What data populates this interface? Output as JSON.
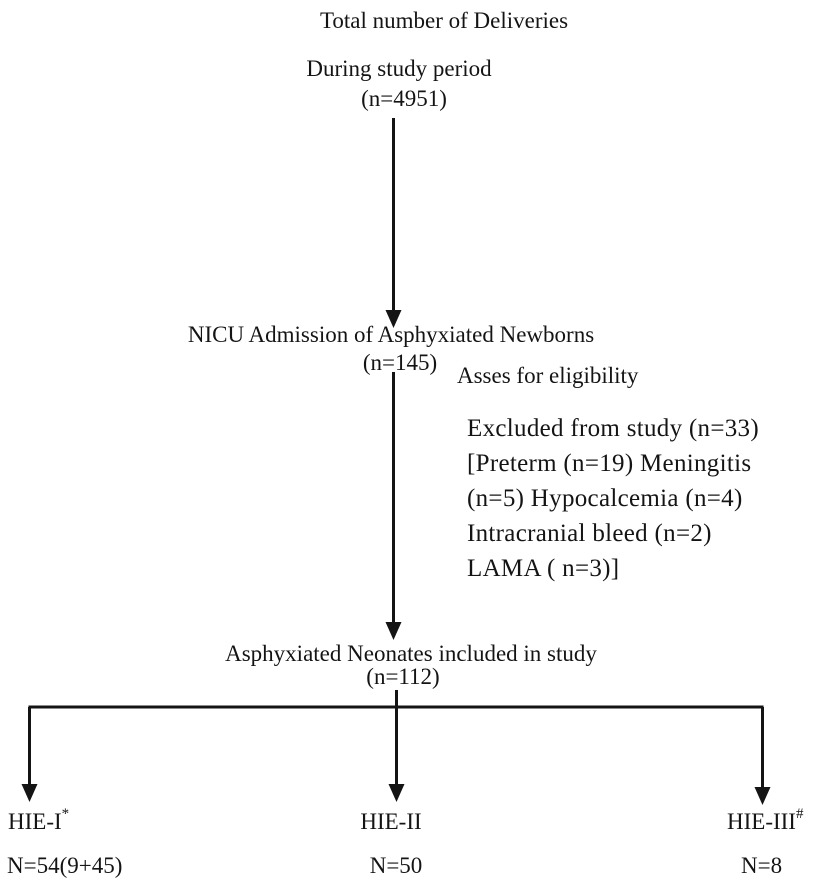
{
  "figure": {
    "title": "Total number of Deliveries",
    "top_node": {
      "line1": "During study period",
      "n": "(n=4951)"
    },
    "nicu_node": {
      "line1": "NICU Admission of Asphyxiated Newborns",
      "n": "(n=145)"
    },
    "assess_label": "Asses for eligibility",
    "excluded_box": {
      "lines": [
        "Excluded from study (n=33)",
        "[Preterm (n=19) Meningitis",
        "(n=5) Hypocalcemia (n=4)",
        "Intracranial bleed (n=2)",
        "LAMA ( n=3)]"
      ]
    },
    "included_node": {
      "line1": "Asphyxiated Neonates included in study",
      "n": "(n=112)"
    },
    "outcomes": [
      {
        "label": "HIE-I",
        "sup": "*",
        "count": "N=54(9+45)"
      },
      {
        "label": "HIE-II",
        "sup": "",
        "count": "N=50"
      },
      {
        "label": "HIE-III",
        "sup": "#",
        "count": "N=8"
      }
    ],
    "colors": {
      "ink": "#141414",
      "background": "#ffffff"
    }
  }
}
